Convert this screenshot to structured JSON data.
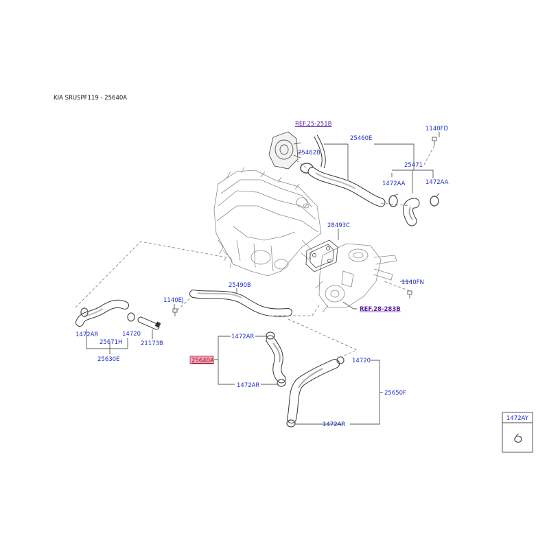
{
  "title": "KIA SRUSPF119 - 25640A",
  "labels": {
    "ref_25_251b": "REF.25-251B",
    "p25460e": "25460E",
    "p1140fd": "1140FD",
    "p25462b": "25462B",
    "p25471": "25471",
    "p1472aa_1": "1472AA",
    "p1472aa_2": "1472AA",
    "p28493c": "28493C",
    "p1140fn": "1140FN",
    "ref_28_283b": "REF.28-283B",
    "p25490b": "25490B",
    "p1140ej": "1140EJ",
    "p1472ar_left": "1472AR",
    "p25671h": "25671H",
    "p14720_left": "14720",
    "p21173b": "21173B",
    "p25630e": "25630E",
    "p1472ar_top": "1472AR",
    "p25640a": "25640A",
    "p1472ar_mid": "1472AR",
    "p14720_right": "14720",
    "p25650f": "25650F",
    "p1472ar_bottom": "1472AR",
    "legend_box": "1472AY"
  },
  "colors": {
    "label": "#1d2ec8",
    "reference": "#5a1fa0",
    "highlight": "#a0102a",
    "highlight_bg": "#f4a8b8",
    "lines": "#555555"
  }
}
